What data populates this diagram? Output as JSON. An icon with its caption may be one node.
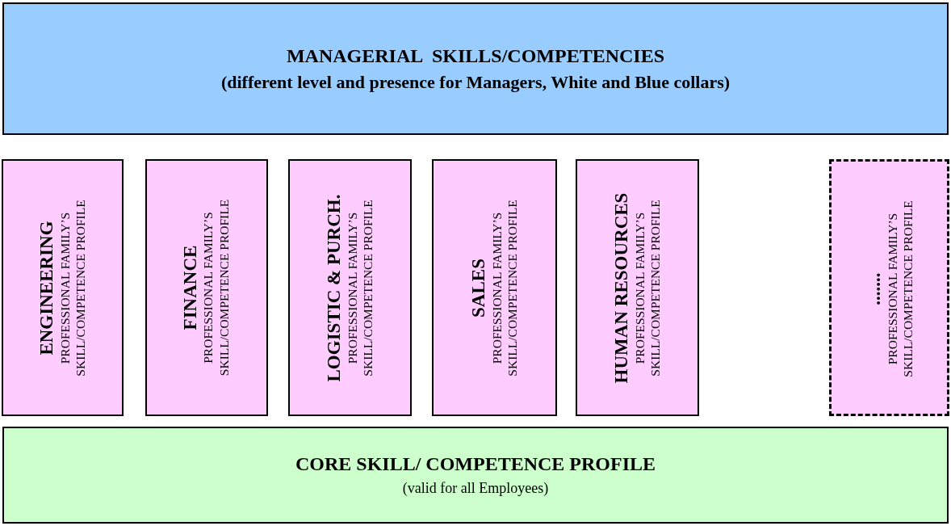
{
  "diagram": {
    "nodes": [
      {
        "text": [
          "MANAGERIAL  SKILLS/COMPETENCIES",
          "(different level and presence for Managers, White and Blue collars)"
        ]
      },
      {
        "text": [
          "ENGINEERING",
          "PROFESSIONAL FAMILY’S SKILL/COMPETENCE PROFILE"
        ]
      },
      {
        "text": [
          "FINANCE",
          "PROFESSIONAL FAMILY’S SKILL/COMPETENCE PROFILE"
        ]
      },
      {
        "text": [
          "LOGISTIC & PURCH.",
          "PROFESSIONAL FAMILY’S SKILL/COMPETENCE PROFILE"
        ]
      },
      {
        "text": [
          "SALES",
          "PROFESSIONAL FAMILY’S SKILL/COMPETENCE PROFILE"
        ]
      },
      {
        "text": [
          "HUMAN RESOURCES",
          "PROFESSIONAL FAMILY’S SKILL/COMPETENCE PROFILE"
        ]
      },
      {
        "text": [
          ".......",
          "PROFESSIONAL FAMILY’S SKILL/COMPETENCE PROFILE"
        ]
      },
      {
        "text": [
          "CORE SKILL/ COMPETENCE PROFILE",
          "(valid for all Employees)"
        ]
      }
    ]
  }
}
